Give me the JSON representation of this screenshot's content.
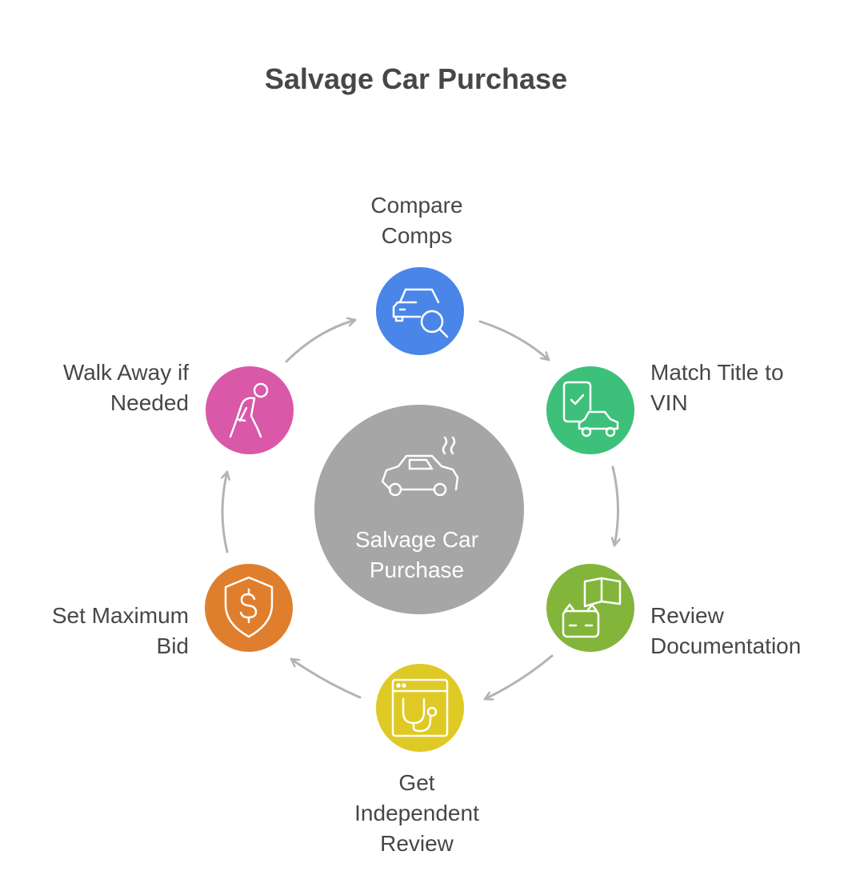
{
  "title": "Salvage Car Purchase",
  "center": {
    "label_lines": [
      "Salvage Car",
      "Purchase"
    ],
    "icon": "damaged-car-icon",
    "color": "#a6a6a6"
  },
  "steps": [
    {
      "label_lines": [
        "Compare",
        "Comps"
      ],
      "icon": "car-search-icon",
      "color": "#4a86e8"
    },
    {
      "label_lines": [
        "Match Title to",
        "VIN"
      ],
      "icon": "phone-car-check-icon",
      "color": "#3cc07a"
    },
    {
      "label_lines": [
        "Review",
        "Documentation"
      ],
      "icon": "book-robot-icon",
      "color": "#82b53a"
    },
    {
      "label_lines": [
        "Get",
        "Independent",
        "Review"
      ],
      "icon": "stethoscope-window-icon",
      "color": "#dfc924"
    },
    {
      "label_lines": [
        "Set Maximum",
        "Bid"
      ],
      "icon": "shield-dollar-icon",
      "color": "#df7f2e"
    },
    {
      "label_lines": [
        "Walk Away if",
        "Needed"
      ],
      "icon": "walking-away-icon",
      "color": "#d958a8"
    }
  ],
  "arrow_color": "#b3b3b3"
}
